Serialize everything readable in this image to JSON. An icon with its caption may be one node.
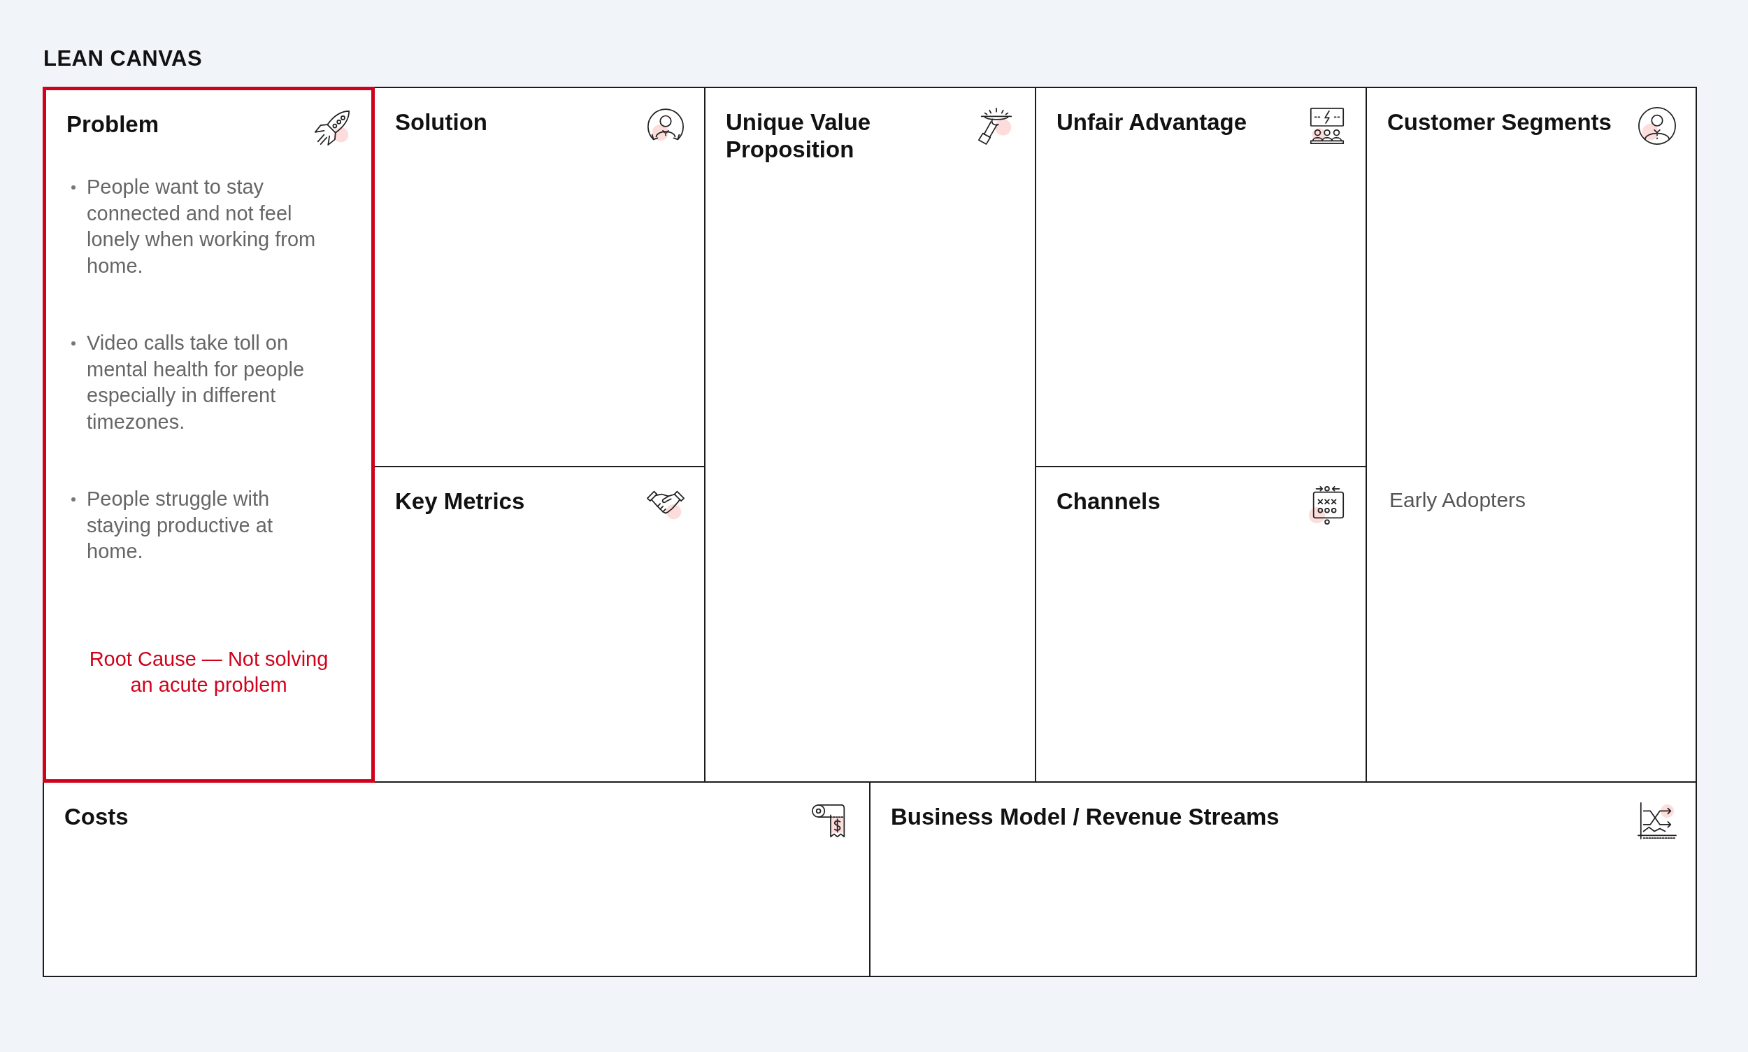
{
  "diagram": {
    "title": "LEAN CANVAS",
    "nodes": [
      {
        "text": [
          "Problem",
          "People want to stay connected and not feel lonely when working from home.",
          "Video calls take toll on mental health for people especially in different timezones.",
          "People struggle with staying productive at home.",
          "Root Cause — Not solving an acute problem"
        ]
      },
      {
        "text": [
          "Solution"
        ]
      },
      {
        "text": [
          "Key Metrics"
        ]
      },
      {
        "text": [
          "Unique Value Proposition"
        ]
      },
      {
        "text": [
          "Unfair Advantage"
        ]
      },
      {
        "text": [
          "Channels"
        ]
      },
      {
        "text": [
          "Customer Segments",
          "Early Adopters"
        ]
      },
      {
        "text": [
          "Costs"
        ]
      },
      {
        "text": [
          "Business Model / Revenue Streams"
        ]
      }
    ]
  }
}
